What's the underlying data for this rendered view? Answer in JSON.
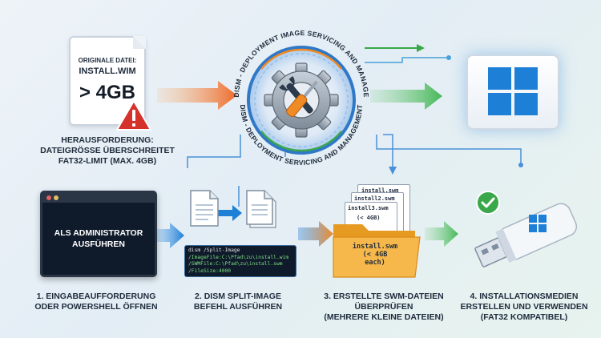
{
  "colors": {
    "accent_blue": "#1e7fd6",
    "accent_orange": "#f08a24",
    "accent_green": "#3aa84a",
    "warning_red": "#d6322c",
    "terminal_bg": "#0f1a2b",
    "folder_yellow": "#f4b23c",
    "code_text": "#7fe07f"
  },
  "source_file": {
    "line1": "ORIGINALE DATEI:",
    "line2": "INSTALL.WIM",
    "size": "> 4GB",
    "warning_icon": "warning-triangle-icon"
  },
  "challenge": {
    "line1": "HERAUSFORDERUNG:",
    "line2": "DATEIGRÖSSE ÜBERSCHREITET",
    "line3": "FAT32-LIMIT (max. 4GB)"
  },
  "dism": {
    "arc_top": "DISM - DEPLOYMENT IMAGE SERVICING AND MANAGE",
    "arc_bottom": "DISM - DEPLOYMENT SERVICING AND MANAGEMENT",
    "icon": "gear-with-tools-icon"
  },
  "windows_icon": "windows-logo-icon",
  "terminal": {
    "text1": "ALS ADMINISTRATOR",
    "text2": "AUSFÜHREN"
  },
  "command": {
    "lines": [
      "dism /Split-Image",
      "/ImageFile:C:\\Pfad\\zu\\install.wim",
      "/SWMFile:C:\\Pfad\\zu\\install.swm",
      "/FileSize:4000"
    ]
  },
  "swm": {
    "file1": "install.swm",
    "file2": "install2.swm",
    "file3": "install3.swm",
    "file3_note": "(< 4GB)",
    "folder_line1": "install.swm",
    "folder_line2": "(< 4GB",
    "folder_line3": "each)"
  },
  "steps": [
    {
      "line1": "1. EINGABEAUFFORDERUNG",
      "line2": "ODER POWERSHELL ÖFFNEN",
      "line3": ""
    },
    {
      "line1": "2. DISM SPLIT-IMAGE",
      "line2": "BEFEHL AUSFÜHREN",
      "line3": ""
    },
    {
      "line1": "3. ERSTELLTE SWM-DATEIEN",
      "line2": "ÜBERPRÜFEN",
      "line3": "(MEHRERE KLEINE DATEIEN)"
    },
    {
      "line1": "4. INSTALLATIONSMEDIEN",
      "line2": "ERSTELLEN UND VERWENDEN",
      "line3": "(FAT32 KOMPATIBEL)"
    }
  ]
}
